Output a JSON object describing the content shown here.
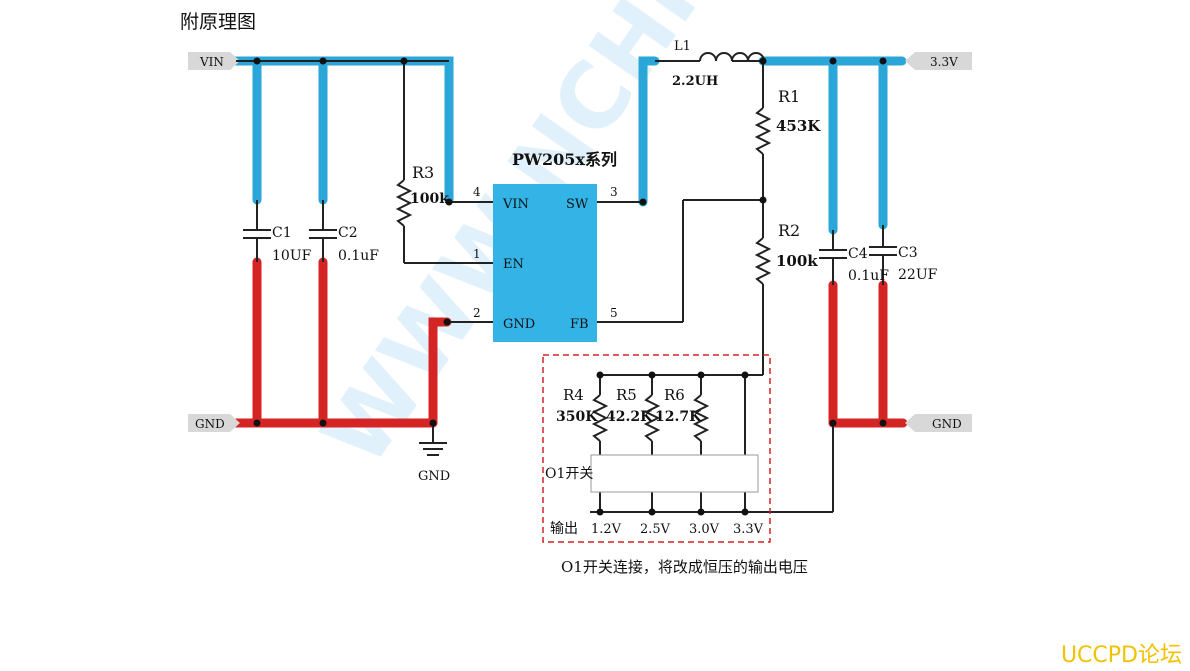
{
  "title": "附原理图",
  "nets": {
    "vin": "VIN",
    "gnd": "GND",
    "vout": "3.3V",
    "gnd_symbol": "GND"
  },
  "ic": {
    "name": "PW205x系列",
    "pins": [
      {
        "num": "4",
        "name": "VIN"
      },
      {
        "num": "1",
        "name": "EN"
      },
      {
        "num": "2",
        "name": "GND"
      },
      {
        "num": "3",
        "name": "SW"
      },
      {
        "num": "5",
        "name": "FB"
      }
    ]
  },
  "components": {
    "L1": {
      "ref": "L1",
      "value": "2.2UH"
    },
    "R1": {
      "ref": "R1",
      "value": "453K"
    },
    "R2": {
      "ref": "R2",
      "value": "100k"
    },
    "R3": {
      "ref": "R3",
      "value": "100k"
    },
    "R4": {
      "ref": "R4",
      "value": "350K"
    },
    "R5": {
      "ref": "R5",
      "value": "42.2K"
    },
    "R6": {
      "ref": "R6",
      "value": "12.7K"
    },
    "C1": {
      "ref": "C1",
      "value": "10UF"
    },
    "C2": {
      "ref": "C2",
      "value": "0.1uF"
    },
    "C3": {
      "ref": "C3",
      "value": "22UF"
    },
    "C4": {
      "ref": "C4",
      "value": "0.1uF"
    }
  },
  "selector": {
    "switch_label": "O1开关",
    "output_label": "输出",
    "voltages": [
      "1.2V",
      "2.5V",
      "3.0V",
      "3.3V"
    ],
    "note": "O1开关连接，将改成恒压的输出电压"
  },
  "watermark_site": "UCCPD论坛",
  "colors": {
    "vin_rail": "#2aa6d9",
    "gnd_rail": "#d42424",
    "ic_body": "#33b3e6",
    "watermark": "#f2c200"
  }
}
